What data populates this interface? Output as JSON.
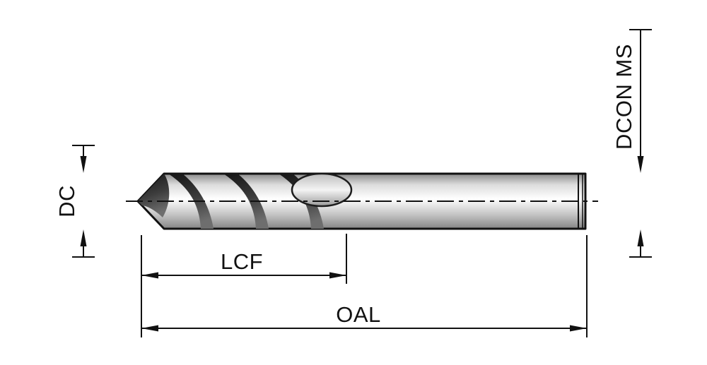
{
  "diagram": {
    "labels": {
      "dc": "DC",
      "dcon_ms": "DCON MS",
      "lcf": "LCF",
      "oal": "OAL"
    },
    "colors": {
      "line": "#111111",
      "metal_shadow": "#8a8a8a",
      "metal_mid": "#d9d9d9",
      "metal_highlight": "#ffffff",
      "flute_dark": "#1d1d1d",
      "background": "#ffffff"
    }
  }
}
